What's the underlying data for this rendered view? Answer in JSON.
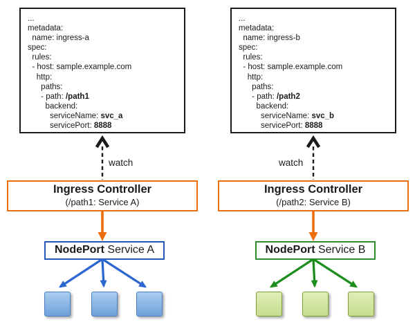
{
  "colors": {
    "black": "#1a1a1a",
    "orange": "#ED6E0E",
    "blue-arrow": "#2E66D0",
    "blue-border": "#2457B8",
    "green-arrow": "#1D8E1D",
    "green-border": "#2E8B2E",
    "pod-blue-light": "#AACCEF",
    "pod-blue-dark": "#6FA0DA",
    "pod-blue-border": "#4A7EBE",
    "pod-green-light": "#DFEEB8",
    "pod-green-dark": "#C7DD90",
    "pod-green-border": "#7E9E35"
  },
  "panels": [
    {
      "id": "a",
      "yaml_lines": [
        {
          "text": "...",
          "bold": ""
        },
        {
          "text": "metadata:",
          "bold": ""
        },
        {
          "text": "  name: ingress-a",
          "bold": ""
        },
        {
          "text": "spec:",
          "bold": ""
        },
        {
          "text": "  rules:",
          "bold": ""
        },
        {
          "text": "  - host: sample.example.com",
          "bold": ""
        },
        {
          "text": "    http:",
          "bold": ""
        },
        {
          "text": "      paths:",
          "bold": ""
        },
        {
          "text": "      - path: ",
          "bold": "/path1"
        },
        {
          "text": "        backend:",
          "bold": ""
        },
        {
          "text": "          serviceName: ",
          "bold": "svc_a"
        },
        {
          "text": "          servicePort: ",
          "bold": "8888"
        }
      ],
      "watch_label": "watch",
      "controller_title": "Ingress Controller",
      "controller_subtitle": "(/path1: Service A)",
      "nodeport_bold": "NodePort",
      "nodeport_rest": " Service A",
      "pod_count": 3
    },
    {
      "id": "b",
      "yaml_lines": [
        {
          "text": "...",
          "bold": ""
        },
        {
          "text": "metadata:",
          "bold": ""
        },
        {
          "text": "  name: ingress-b",
          "bold": ""
        },
        {
          "text": "spec:",
          "bold": ""
        },
        {
          "text": "  rules:",
          "bold": ""
        },
        {
          "text": "  - host: sample.example.com",
          "bold": ""
        },
        {
          "text": "    http:",
          "bold": ""
        },
        {
          "text": "      paths:",
          "bold": ""
        },
        {
          "text": "      - path: ",
          "bold": "/path2"
        },
        {
          "text": "        backend:",
          "bold": ""
        },
        {
          "text": "          serviceName: ",
          "bold": "svc_b"
        },
        {
          "text": "          servicePort: ",
          "bold": "8888"
        }
      ],
      "watch_label": "watch",
      "controller_title": "Ingress Controller",
      "controller_subtitle": "(/path2: Service B)",
      "nodeport_bold": "NodePort",
      "nodeport_rest": " Service B",
      "pod_count": 3
    }
  ]
}
